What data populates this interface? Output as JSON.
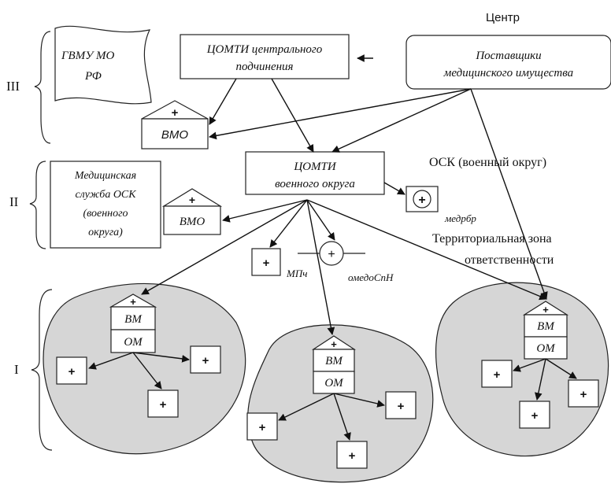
{
  "header": {
    "center": "Центр"
  },
  "levels": {
    "three": "III",
    "two": "II",
    "one": "I"
  },
  "flags": {
    "gvmu_line1": "ГВМУ МО",
    "gvmu_line2": "РФ"
  },
  "boxes": {
    "comti_central_line1": "ЦОМТИ центрального",
    "comti_central_line2": "подчинения",
    "suppliers_line1": "Поставщики",
    "suppliers_line2": "медицинского имущества",
    "comti_district_line1": "ЦОМТИ",
    "comti_district_line2": "военного округа",
    "med_service_line1": "Медицинская",
    "med_service_line2": "служба ОСК",
    "med_service_line3": "(военного",
    "med_service_line4": "округа)"
  },
  "units": {
    "vmo_top": "ВМО",
    "vmo_mid": "ВМО",
    "medrbr": "медрбр",
    "mpch": "МПч",
    "omedospn": "омедоСпН",
    "vm": "ВМ",
    "om": "ОМ",
    "plus": "+"
  },
  "labels": {
    "osk": "ОСК (военный округ)",
    "zone_line1": "Территориальная зона",
    "zone_line2": "ответственности"
  },
  "colors": {
    "zone_fill": "#d6d6d6",
    "stroke": "#222222"
  }
}
